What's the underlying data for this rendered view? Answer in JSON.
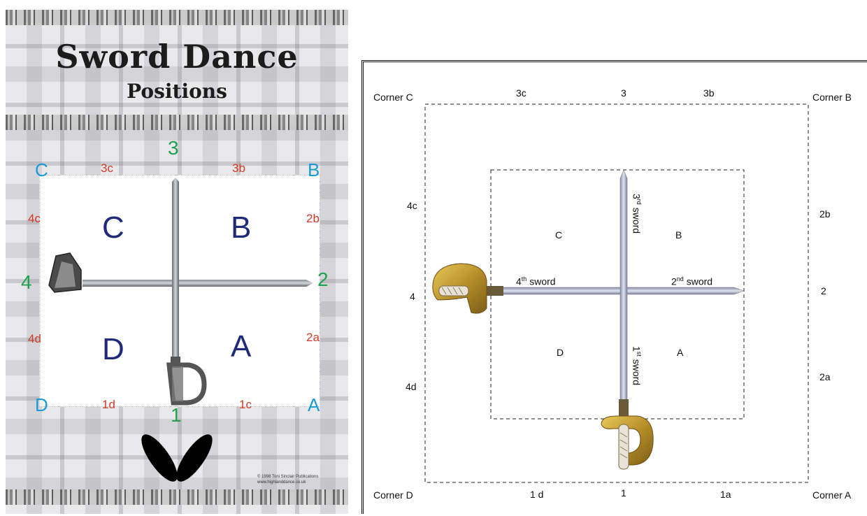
{
  "poster": {
    "title": "Sword Dance",
    "subtitle": "Positions",
    "corners": {
      "c": "C",
      "b": "B",
      "d": "D",
      "a": "A"
    },
    "diagonals": {
      "3c": "3c",
      "3b": "3b",
      "4c": "4c",
      "2b": "2b",
      "4d": "4d",
      "2a": "2a",
      "1d": "1d",
      "1c": "1c"
    },
    "positions": {
      "p1": "1",
      "p2": "2",
      "p3": "3",
      "p4": "4"
    },
    "quadrants": {
      "c": "C",
      "b": "B",
      "d": "D",
      "a": "A"
    },
    "copyright_line1": "© 1998 Toni Sinclair Publications",
    "copyright_line2": "www.highlanddance.co.uk"
  },
  "diagram": {
    "corners": {
      "c": "Corner C",
      "b": "Corner B",
      "d": "Corner D",
      "a": "Corner A"
    },
    "top": {
      "3c": "3c",
      "3": "3",
      "3b": "3b"
    },
    "bottom": {
      "1d": "1 d",
      "1": "1",
      "1a": "1a"
    },
    "left": {
      "4c": "4c",
      "4": "4",
      "4d": "4d"
    },
    "right": {
      "2b": "2b",
      "2": "2",
      "2a": "2a"
    },
    "quadrants": {
      "c": "C",
      "b": "B",
      "d": "D",
      "a": "A"
    },
    "swords": {
      "first_num": "1",
      "first_sup": "st",
      "first_word": "sword",
      "second_num": "2",
      "second_sup": "nd",
      "second_word": "sword",
      "third_num": "3",
      "third_sup": "rd",
      "third_word": "sword",
      "fourth_num": "4",
      "fourth_sup": "th",
      "fourth_word": "sword"
    }
  },
  "colors": {
    "corner_blue": "#1a9ad6",
    "diagonal_red": "#d23a2a",
    "position_green": "#20a050",
    "quadrant_navy": "#1f2a7a",
    "blade_gray": "#b8bccb",
    "hilt_gold": "#c9a23a"
  }
}
